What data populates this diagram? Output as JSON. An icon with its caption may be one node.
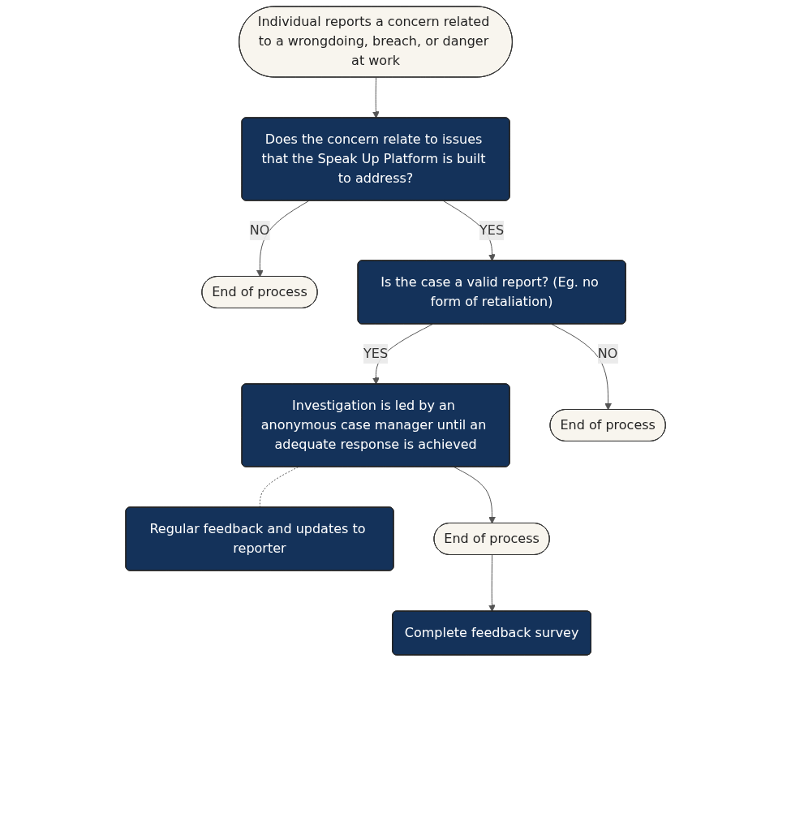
{
  "diagram": {
    "nodes": [
      {
        "text": [
          "Individual reports a concern related to a wrongdoing, breach, or danger at work"
        ]
      },
      {
        "text": [
          "Does the concern relate to issues that the Speak Up Platform is built to address?"
        ]
      },
      {
        "text": [
          "End of process"
        ]
      },
      {
        "text": [
          "Is the case a valid report? (Eg. no form of retaliation)"
        ]
      },
      {
        "text": [
          "Investigation is led by an anonymous case manager until an adequate response is achieved"
        ]
      },
      {
        "text": [
          "End of process"
        ]
      },
      {
        "text": [
          "Regular feedback and updates to reporter"
        ]
      },
      {
        "text": [
          "End of process"
        ]
      },
      {
        "text": [
          "Complete feedback survey"
        ]
      }
    ],
    "edges": [
      {
        "from": 0,
        "to": 1,
        "arrow": "to"
      },
      {
        "from": 1,
        "to": 2,
        "arrow": "to",
        "label": "NO"
      },
      {
        "from": 1,
        "to": 3,
        "arrow": "to",
        "label": "YES"
      },
      {
        "from": 3,
        "to": 4,
        "arrow": "to",
        "label": "YES"
      },
      {
        "from": 3,
        "to": 5,
        "arrow": "to",
        "label": "NO"
      },
      {
        "from": 4,
        "to": 6,
        "arrow": "none",
        "style": "dashed"
      },
      {
        "from": 4,
        "to": 7,
        "arrow": "to"
      },
      {
        "from": 7,
        "to": 8,
        "arrow": "to"
      }
    ]
  }
}
